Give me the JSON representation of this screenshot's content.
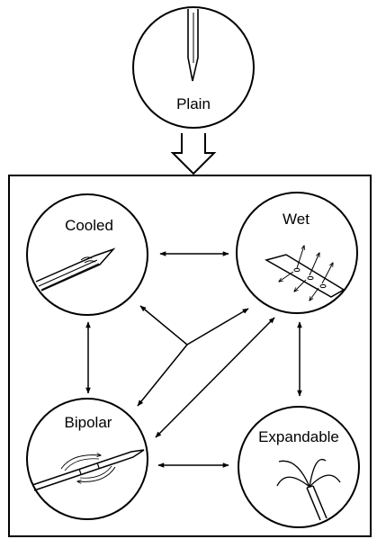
{
  "colors": {
    "stroke": "#000000",
    "background": "#ffffff"
  },
  "nodes": {
    "plain": {
      "label": "Plain"
    },
    "cooled": {
      "label": "Cooled"
    },
    "wet": {
      "label": "Wet"
    },
    "bipolar": {
      "label": "Bipolar"
    },
    "expandable": {
      "label": "Expandable"
    }
  },
  "edges": [
    {
      "from": "plain",
      "to": "box",
      "style": "hollow-arrow"
    },
    {
      "from": "cooled",
      "to": "wet",
      "style": "double-arrow"
    },
    {
      "from": "cooled",
      "to": "bipolar",
      "style": "double-arrow"
    },
    {
      "from": "wet",
      "to": "expandable",
      "style": "double-arrow"
    },
    {
      "from": "bipolar",
      "to": "expandable",
      "style": "double-arrow"
    },
    {
      "from": "bipolar",
      "to": "wet",
      "style": "double-arrow"
    },
    {
      "from": "hub",
      "to": [
        "cooled",
        "wet",
        "bipolar"
      ],
      "style": "three-way-arrow"
    }
  ]
}
